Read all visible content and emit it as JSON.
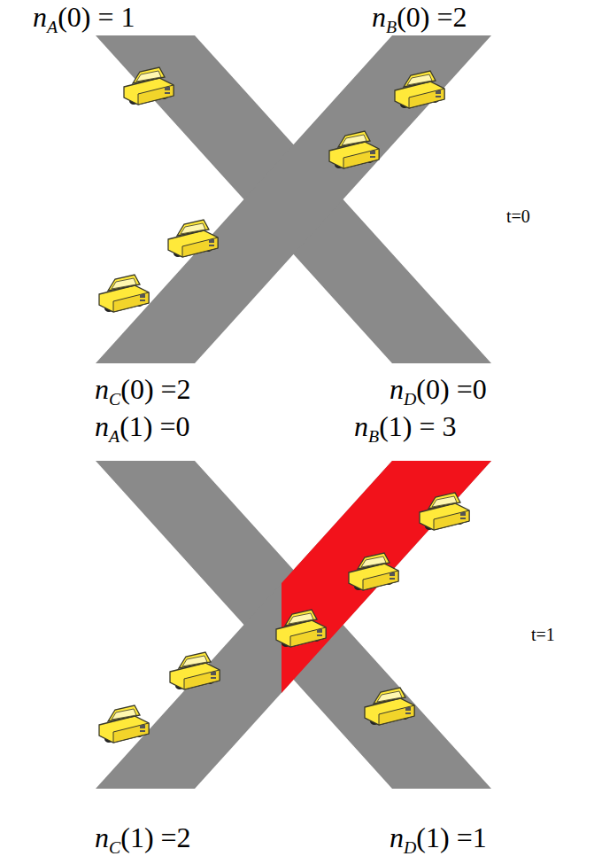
{
  "diagram": {
    "labels": [
      "nA(0) = 1",
      "nB(0) =2",
      "t=0",
      "nC(0) =2",
      "nD(0) =0",
      "nA(1) =0",
      "nB(1) = 3",
      "t=1",
      "nC(1) =2",
      "nD(1) =1"
    ]
  }
}
